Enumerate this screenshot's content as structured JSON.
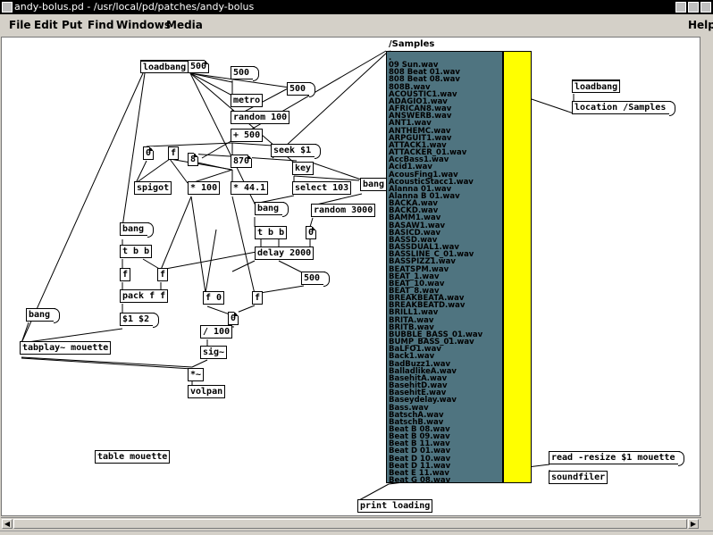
{
  "window": {
    "title": "andy-bolus.pd  - /usr/local/pd/patches/andy-bolus"
  },
  "menu": [
    "File",
    "Edit",
    "Put",
    "Find",
    "Windows",
    "Media",
    "Help"
  ],
  "canvas": {
    "list_title": "/Samples",
    "objects": {
      "loadbang1": "loadbang",
      "msg500a": "500",
      "msg500b": "500",
      "metro": "metro",
      "msg500c": "500",
      "random100": "random 100",
      "plus500": "+ 500",
      "seek": "seek $1",
      "num0": "0",
      "f1": "f",
      "num8": "8",
      "num870": "870",
      "key": "key",
      "spigot": "spigot",
      "times100": "* 100",
      "times44": "* 44.1",
      "select103": "select 103",
      "bang1": "bang",
      "bang2": "bang",
      "random3000": "random 3000",
      "bang3": "bang",
      "tbb1": "t b b",
      "tbb2": "t b b",
      "num0b": "0",
      "delay2000": "delay 2000",
      "f2": "f",
      "f3": "f",
      "msg500d": "500",
      "packff": "pack f f",
      "f0": "f 0",
      "f4": "f",
      "num0c": "0",
      "msg12": "$1 $2",
      "bang4": "bang",
      "div100": "/ 100",
      "tabplay": "tabplay~ mouette",
      "sig": "sig~",
      "mult": "*~",
      "volpan": "volpan",
      "table": "table mouette",
      "loadbang2": "loadbang",
      "location": "location /Samples",
      "readresize": "read -resize $1 mouette",
      "soundfiler": "soundfiler",
      "printloading": "print loading"
    },
    "files": [
      ".",
      "09 Sun.wav",
      "808 Beat 01.wav",
      "808 Beat 08.wav",
      "808B.wav",
      "ACOUSTIC1.wav",
      "ADAGIO1.wav",
      "AFRICAN8.wav",
      "ANSWERB.wav",
      "ANT1.wav",
      "ANTHEMC.wav",
      "ARPGUIT1.wav",
      "ATTACK1.wav",
      "ATTACKER_01.wav",
      "AccBass1.wav",
      "Acid1.wav",
      "AcousFing1.wav",
      "AcousticStacc1.wav",
      "Alanna 01.wav",
      "Alanna B 01.wav",
      "BACKA.wav",
      "BACKD.wav",
      "BAMM1.wav",
      "BASAW1.wav",
      "BASICD.wav",
      "BASSD.wav",
      "BASSDUAL1.wav",
      "BASSLINE_C_01.wav",
      "BASSPIZZ1.wav",
      "BEATSPM.wav",
      "BEAT_1.wav",
      "BEAT_10.wav",
      "BEAT_8.wav",
      "BREAKBEATA.wav",
      "BREAKBEATD.wav",
      "BRILL1.wav",
      "BRITA.wav",
      "BRITB.wav",
      "BUBBLE_BASS_01.wav",
      "BUMP_BASS_01.wav",
      "BaLFO1.wav",
      "Back1.wav",
      "BadBuzz1.wav",
      "BalladlikeA.wav",
      "BasehitA.wav",
      "BasehitD.wav",
      "BasehitE.wav",
      "Baseydelay.wav",
      "Bass.wav",
      "BatschA.wav",
      "BatschB.wav",
      "Beat B 08.wav",
      "Beat B 09.wav",
      "Beat B 11.wav",
      "Beat D 01.wav",
      "Beat D 10.wav",
      "Beat D 11.wav",
      "Beat E 11.wav",
      "Beat G 08.wav"
    ]
  },
  "colors": {
    "list_bg": "#4f7480",
    "slider": "#ffff00",
    "canvas_bg": "#ffffff",
    "titlebar_bg": "#000000"
  },
  "icons": {
    "window": "pd-window-icon",
    "scroll_left": "arrow-left-icon",
    "scroll_right": "arrow-right-icon"
  }
}
